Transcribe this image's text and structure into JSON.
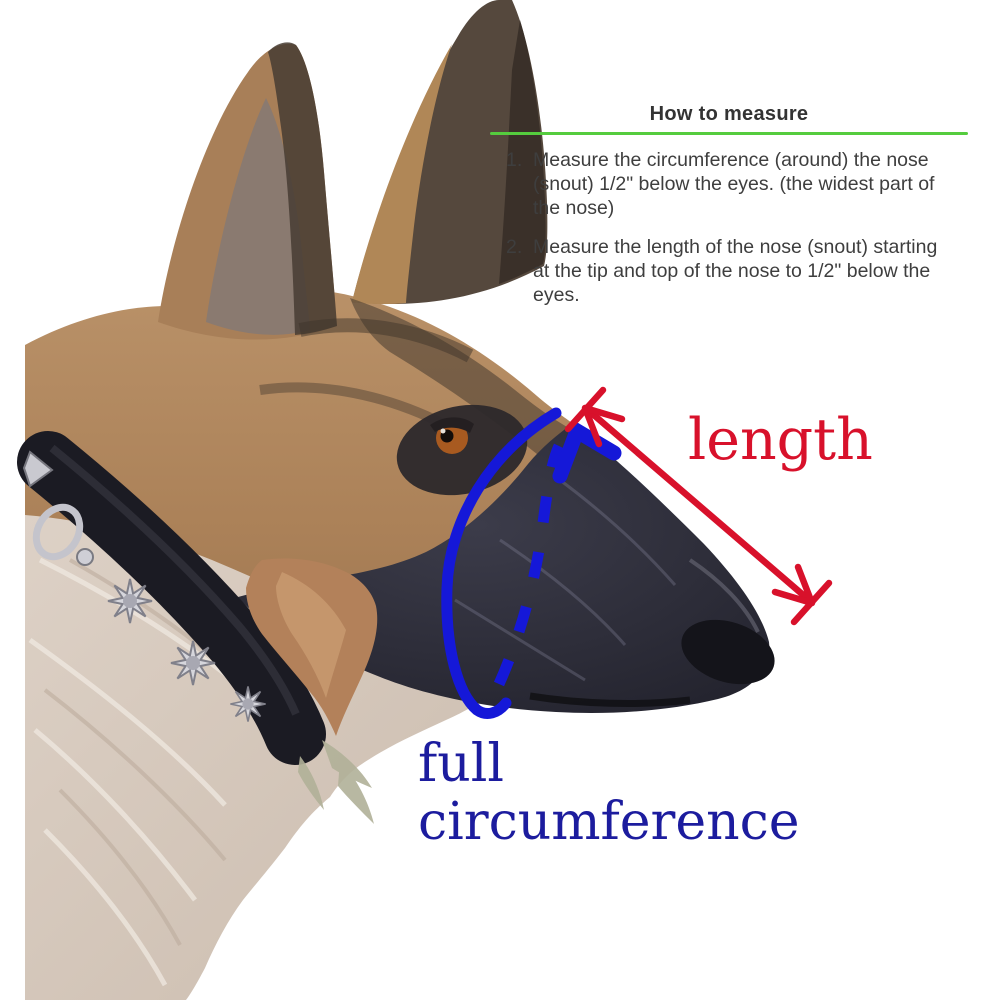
{
  "instructions": {
    "title": "How to measure",
    "items": [
      {
        "number": "1.",
        "text": "Measure the circumference (around) the nose (snout) 1/2\" below the eyes. (the widest part of the nose)"
      },
      {
        "number": "2.",
        "text": "Measure the length of the nose (snout) starting at the tip and top of the nose to 1/2\" below the eyes."
      }
    ]
  },
  "annotations": {
    "length_label": "length",
    "circumference_label": "full circumference",
    "length_color": "#d8112b",
    "circumference_text_color": "#1c1c9e",
    "circumference_line_color": "#1518d8"
  },
  "divider_color": "#55cc3e",
  "subject": {
    "description": "German Shepherd dog head in right-facing profile wearing a black collar with silver star studs; a blue ellipse (solid front, dashed back, arrow at top) marks the snout circumference and a red double-headed arrow marks the snout length"
  }
}
